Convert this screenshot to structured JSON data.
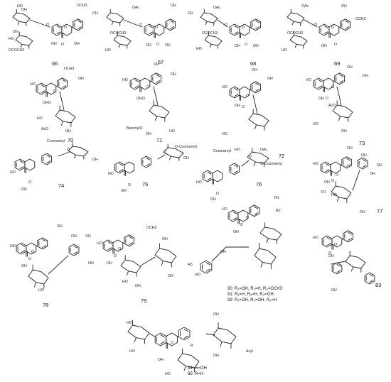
{
  "compounds": [
    {
      "id": "66",
      "labels": [
        "OCH3",
        "OH",
        "OH",
        "OH",
        "OH",
        "OH",
        "OCOCH3",
        "HO",
        "HO",
        "O",
        "O",
        "O"
      ]
    },
    {
      "id": "67",
      "labels": [
        "OH",
        "OH",
        "OAc",
        "OH",
        "OH",
        "OCOCH3",
        "HO",
        "O",
        "O",
        "O"
      ]
    },
    {
      "id": "68",
      "labels": [
        "OAc",
        "OH",
        "OH",
        "OCOCH3",
        "HO",
        "O",
        "O",
        "O"
      ]
    },
    {
      "id": "69",
      "labels": [
        "OAc",
        "OH",
        "OCH3",
        "OH",
        "OCOCH3",
        "HO",
        "O",
        "O",
        "O"
      ]
    },
    {
      "id": "70",
      "labels": [
        "OCH3",
        "OH",
        "HO",
        "OH",
        "HO",
        "AcO",
        "OH",
        "O",
        "O"
      ]
    },
    {
      "id": "71",
      "labels": [
        "OH",
        "OH",
        "HO",
        "OH",
        "BenzoylO",
        "OH",
        "HO",
        "O",
        "O"
      ]
    },
    {
      "id": "72",
      "labels": [
        "OH",
        "OH",
        "HO",
        "OH",
        "HO",
        "HO",
        "OAc",
        "O",
        "O"
      ]
    },
    {
      "id": "73",
      "labels": [
        "OH",
        "OH",
        "HO",
        "OH",
        "AcO",
        "HO",
        "OH",
        "O",
        "O"
      ]
    },
    {
      "id": "74",
      "labels": [
        "Coumaroyl",
        "HO",
        "OH",
        "OH",
        "O",
        "O"
      ]
    },
    {
      "id": "75",
      "labels": [
        "O-Coumaroyl",
        "HO",
        "OH",
        "OH",
        "O",
        "O"
      ]
    },
    {
      "id": "76",
      "labels": [
        "Coumaroyl",
        "O-Coumaroyl",
        "HO",
        "OH",
        "O",
        "O"
      ]
    },
    {
      "id": "77",
      "labels": [
        "OH",
        "OH",
        "HO",
        "OH",
        "OH",
        "OH",
        "HO",
        "R1",
        "O",
        "O"
      ]
    },
    {
      "id": "78",
      "labels": [
        "OH",
        "OH",
        "HO",
        "OH",
        "OH",
        "OH",
        "HO",
        "O",
        "O"
      ]
    },
    {
      "id": "79",
      "labels": [
        "OCH3",
        "OH",
        "HO",
        "OH",
        "OH",
        "HO",
        "OH",
        "O",
        "O"
      ]
    },
    {
      "id": "80",
      "labels": [
        "R1",
        "R2",
        "R3",
        "HO",
        "OH",
        "OH",
        "HO",
        "O",
        "O"
      ]
    },
    {
      "id": "83",
      "labels": [
        "OH",
        "HO",
        "OH",
        "OH",
        "O",
        "O"
      ]
    },
    {
      "id": "84",
      "labels": [
        "OH",
        "HO",
        "HO",
        "OH",
        "R",
        "OH",
        "HO",
        "Acyl",
        "O"
      ]
    }
  ],
  "captions": {
    "c80": "80: R₁=OH, R₂=H, R₃=OCH3",
    "c81": "81: R₁=H, R₂=H, R₃=OH",
    "c82": "82: R₁=OH, R₂=OH, R₃=H",
    "c84": "84: R=OH",
    "c85": "85: R=H"
  }
}
